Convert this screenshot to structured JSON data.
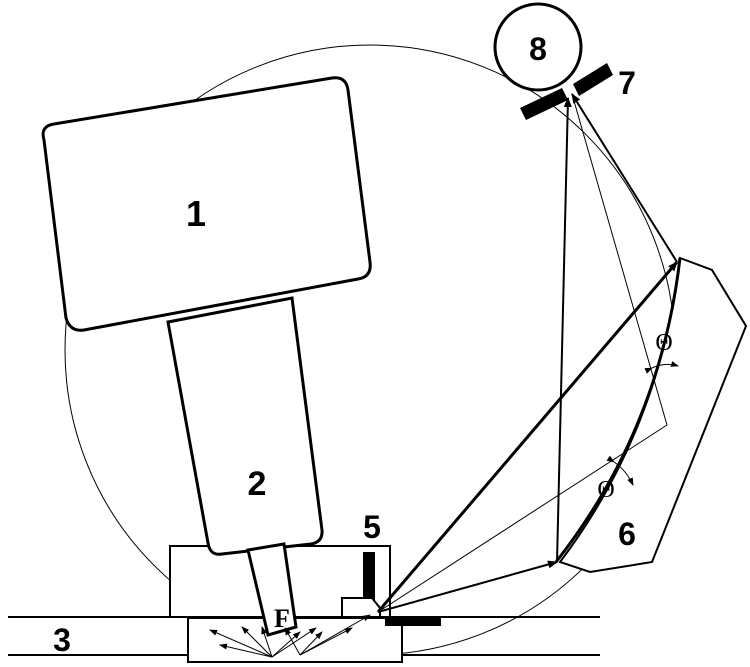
{
  "labels": {
    "n1": "1",
    "n2": "2",
    "n3": "3",
    "n5": "5",
    "n6": "6",
    "n7": "7",
    "n8": "8",
    "focus": "F",
    "theta_upper": "Θ",
    "theta_lower": "Θ"
  },
  "colors": {
    "ink": "#000000",
    "background": "#ffffff"
  }
}
